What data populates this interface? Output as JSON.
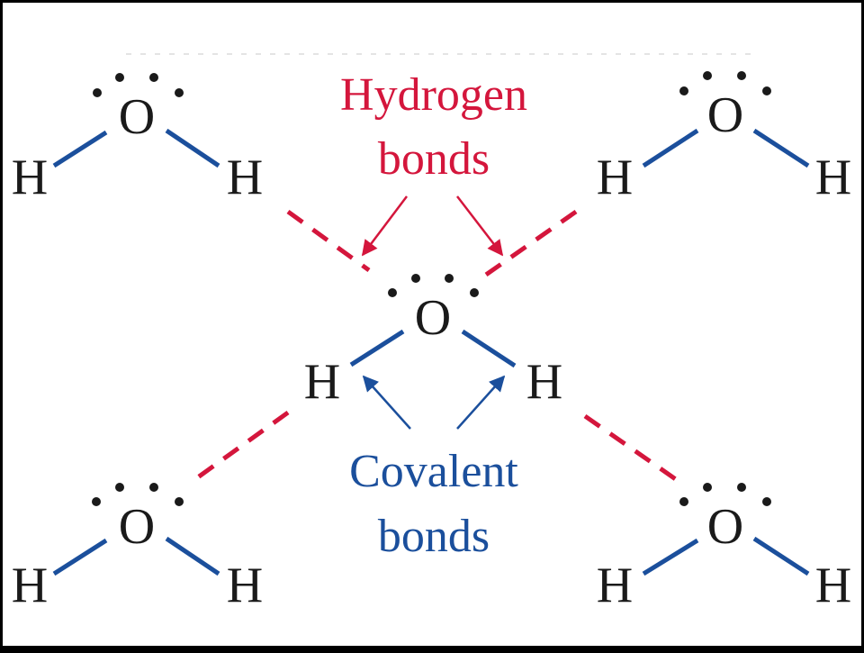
{
  "colors": {
    "frame": "#000000",
    "background": "#ffffff",
    "atom": "#1a1a1a",
    "hydrogen_bond": "#d4163c",
    "covalent_bond": "#1b4f9c"
  },
  "labels": {
    "hydrogen_line1": "Hydrogen",
    "hydrogen_line2": "bonds",
    "covalent_line1": "Covalent",
    "covalent_line2": "bonds"
  },
  "atoms": {
    "oxygen": "O",
    "hydrogen": "H"
  },
  "molecules": [
    {
      "id": "top-left"
    },
    {
      "id": "top-right"
    },
    {
      "id": "center"
    },
    {
      "id": "bottom-left"
    },
    {
      "id": "bottom-right"
    }
  ]
}
